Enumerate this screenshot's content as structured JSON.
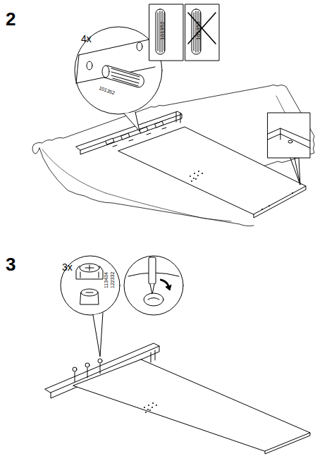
{
  "diagram": {
    "labels": [
      "2",
      "4x",
      "101352",
      "101359",
      "101352",
      "3",
      "3x",
      "113434",
      "122332"
    ]
  }
}
